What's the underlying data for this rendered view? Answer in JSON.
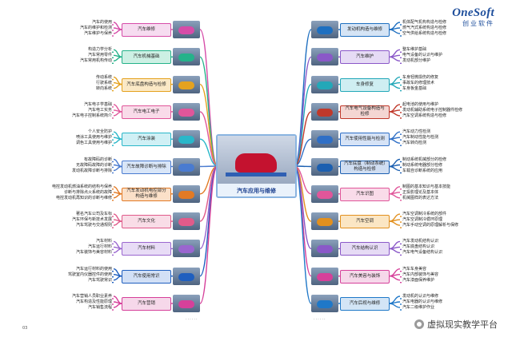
{
  "logo": {
    "brand": "OneSoft",
    "brand_cn": "创业软件"
  },
  "center": {
    "title": "汽车应用与维修"
  },
  "footer": {
    "page_number": "03",
    "watermark": "虚拟现实教学平台",
    "ellipsis": "......"
  },
  "branches": [
    {
      "label": "汽车维修",
      "color": "#d64ca8",
      "fill": "#f6dcf0",
      "side": "left",
      "leaves": [
        "汽车的使用",
        "汽车的维护和检测",
        "汽车维护与保养"
      ]
    },
    {
      "label": "汽车机械基础",
      "color": "#25b28a",
      "fill": "#cdf0e4",
      "side": "left",
      "leaves": [
        "构造力学分析",
        "汽车常用零件",
        "汽车常用机构传动"
      ]
    },
    {
      "label": "汽车底盘构造与检修",
      "color": "#e5a21f",
      "fill": "#fbe9c6",
      "side": "left",
      "leaves": [
        "传动系统",
        "行驶系统",
        "转向系统"
      ]
    },
    {
      "label": "汽车电工电子",
      "color": "#e0569a",
      "fill": "#f9dbe9",
      "side": "left",
      "leaves": [
        "汽车电子学基础",
        "汽车电工实务",
        "汽车电子控制系统简介"
      ]
    },
    {
      "label": "汽车涂装",
      "color": "#2ab7c9",
      "fill": "#d0f0f5",
      "side": "left",
      "leaves": [
        "个人安全防护",
        "喷涂工具使用与维护",
        "调色工具使用与维护"
      ]
    },
    {
      "label": "汽车故障诊断与排除",
      "color": "#4a7bd0",
      "fill": "#d9e6f8",
      "side": "left",
      "leaves": [
        "有故障码的诊断",
        "无故障码故障的诊断",
        "发动机故障诊断与排除"
      ]
    },
    {
      "label": "汽车发动机电控部分构造与维修",
      "color": "#e27a25",
      "fill": "#fbe0c8",
      "side": "left",
      "leaves": [
        "电控发动机燃油系统的结构与保养",
        "诊断与排除点火系统的故障",
        "电控发动机再知识的诊断与维修"
      ]
    },
    {
      "label": "汽车文化",
      "color": "#e05b8a",
      "fill": "#f9dde7",
      "side": "left",
      "leaves": [
        "著名汽车公司及车标",
        "汽车环保与新技术发展",
        "汽车驾驶与交通规则"
      ]
    },
    {
      "label": "汽车材料",
      "color": "#9a66cf",
      "fill": "#e8dcf6",
      "side": "left",
      "leaves": [
        "汽车材料",
        "汽车运行材料",
        "汽车装饰与美容材料"
      ]
    },
    {
      "label": "汽车使用常识",
      "color": "#1f5fbf",
      "fill": "#d2e0f6",
      "side": "left",
      "leaves": [
        "汽车运行材料的使用",
        "驾驶室内仪器控件的使用",
        "汽车驾驶常识"
      ]
    },
    {
      "label": "汽车营销",
      "color": "#d6409a",
      "fill": "#f6d8ea",
      "side": "left",
      "leaves": [
        "汽车营销人员职业素养",
        "汽车构造及性能原理",
        "汽车销售流程"
      ]
    },
    {
      "label": "发动机构造与维修",
      "color": "#1e6fc0",
      "fill": "#d5e4f5",
      "side": "right",
      "leaves": [
        "机体配气机构构造与检修",
        "燃气汽式系统构造与检修",
        "空气供给系统构造与检修"
      ]
    },
    {
      "label": "汽车维护",
      "color": "#8a58c8",
      "fill": "#e6dbf5",
      "side": "right",
      "leaves": [
        "整车维护基础",
        "电气设备的认识与维护",
        "发动机部分维护"
      ]
    },
    {
      "label": "车身修复",
      "color": "#23a8b8",
      "fill": "#cfeef2",
      "side": "right",
      "leaves": [
        "车身轻微损伤的修复",
        "事故车的修理技术",
        "车身板金基础"
      ]
    },
    {
      "label": "汽车电气设备构造与检修",
      "color": "#c0392b",
      "fill": "#f4d6d2",
      "side": "right",
      "leaves": [
        "起电池的使用与维护",
        "发动机辅助系统电子控制器件检修",
        "汽车空调系统构造与检修"
      ]
    },
    {
      "label": "汽车使用性能与检测",
      "color": "#2f6fc6",
      "fill": "#d6e3f6",
      "side": "right",
      "leaves": [
        "汽车动力性检测",
        "汽车制动性能与检测",
        "汽车转向检测"
      ]
    },
    {
      "label": "汽车底盘（制动系统）构造与检修",
      "color": "#1b5fb0",
      "fill": "#d0def2",
      "side": "right",
      "leaves": [
        "制动系统机械部分的检修",
        "制动系统电器部分检修",
        "车载自诊断系统的应用"
      ]
    },
    {
      "label": "汽车识图",
      "color": "#e0569a",
      "fill": "#f9dbe9",
      "side": "right",
      "leaves": [
        "制图的基本知识与基本技能",
        "正投影理论及基本体",
        "机械图样的表达方法"
      ]
    },
    {
      "label": "汽车空调",
      "color": "#e2901f",
      "fill": "#fbe6c4",
      "side": "right",
      "leaves": [
        "汽车空调制冷系统的部件",
        "汽车空调制冷循环原理",
        "汽车手动空调的原理解析与保修"
      ]
    },
    {
      "label": "汽车结构认识",
      "color": "#8a58c8",
      "fill": "#e6dbf5",
      "side": "right",
      "leaves": [
        "汽车发动机结构认识",
        "汽车底盘结构认识",
        "汽车电气设备结构认识"
      ]
    },
    {
      "label": "汽车美容与装饰",
      "color": "#d6409a",
      "fill": "#f6d8ea",
      "side": "right",
      "leaves": [
        "汽车车身美容",
        "汽车内部装饰与美容",
        "汽车漆面保养维护"
      ]
    },
    {
      "label": "汽车后视与维修",
      "color": "#1f78c8",
      "fill": "#d3e5f6",
      "side": "right",
      "leaves": [
        "发动机的认识与维修",
        "汽车电器的认识与维修",
        "汽车二级维护作业"
      ]
    }
  ]
}
